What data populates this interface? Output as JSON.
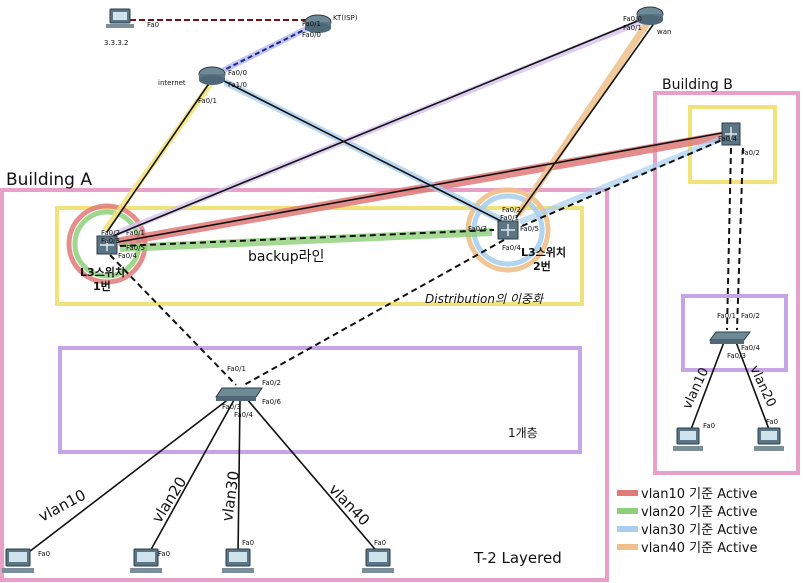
{
  "areas": {
    "building_a": "Building A",
    "building_b": "Building B",
    "distribution": "Distribution의 이중화",
    "floor1": "1개층",
    "t2": "T-2 Layered",
    "backup": "backup라인"
  },
  "devices": {
    "pc_top": "3.3.3.2",
    "kt_isp": "KT(ISP)",
    "internet": "internet",
    "wan": "wan",
    "l3sw1_line1": "L3스위치",
    "l3sw1_line2": "1번",
    "l3sw2_line1": "L3스위치",
    "l3sw2_line2": "2번"
  },
  "ports": {
    "pc_top_fa0": "Fa0",
    "kt_fa01": "Fa0/1",
    "kt_fa00": "Fa0/0",
    "inet_fa00": "Fa0/0",
    "inet_fa10": "Fa1/0",
    "inet_fa01": "Fa0/1",
    "wan_fa00": "Fa0/0",
    "wan_fa01": "Fa0/1",
    "sw1_fa02": "Fa0/2",
    "sw1_fa01": "Fa0/1",
    "sw1_fa03": "Fa0/3",
    "sw1_fa05": "Fa0/5",
    "sw1_fa04": "Fa0/4",
    "sw2_fa02": "Fa0/2",
    "sw2_fa01": "Fa0/1",
    "sw2_fa03": "Fa0/3",
    "sw2_fa05": "Fa0/5",
    "sw2_fa04": "Fa0/4",
    "bsw_fa04": "Fa0/4",
    "bsw_fa02": "Fa0/2",
    "bacc_fa01": "Fa0/1",
    "bacc_fa02": "Fa0/2",
    "bacc_fa04": "Fa0/4",
    "bacc_fa03": "Fa0/3",
    "acc_fa01": "Fa0/1",
    "acc_fa02": "Fa0/2",
    "acc_fa03": "Fa0/3",
    "acc_fa06": "Fa0/6",
    "acc_fa04": "Fa0/4",
    "pc1_fa0": "Fa0",
    "pc2_fa0": "Fa0",
    "pc3_fa0": "Fa0",
    "pc4_fa0": "Fa0",
    "bpc1_fa0": "Fa0",
    "bpc2_fa0": "Fa0"
  },
  "vlan_labels": {
    "a1": "vlan10",
    "a2": "vlan20",
    "a3": "vlan30",
    "a4": "vlan40",
    "b1": "vlan10",
    "b2": "vlan20"
  },
  "legend": [
    {
      "text": "vlan10 기준 Active",
      "color": "#e07a78"
    },
    {
      "text": "vlan20 기준 Active",
      "color": "#8ed07a"
    },
    {
      "text": "vlan30 기준 Active",
      "color": "#a9cff0"
    },
    {
      "text": "vlan40 기준 Active",
      "color": "#f0c08a"
    }
  ],
  "colors": {
    "pink": "#e8a0c8",
    "yellow": "#f2e27a",
    "purple": "#c7a4e6",
    "vlan10": "#c8102e",
    "vlan20": "#2e8b2e",
    "vlan30": "#1a4fb0",
    "vlan40": "#d4701c"
  }
}
